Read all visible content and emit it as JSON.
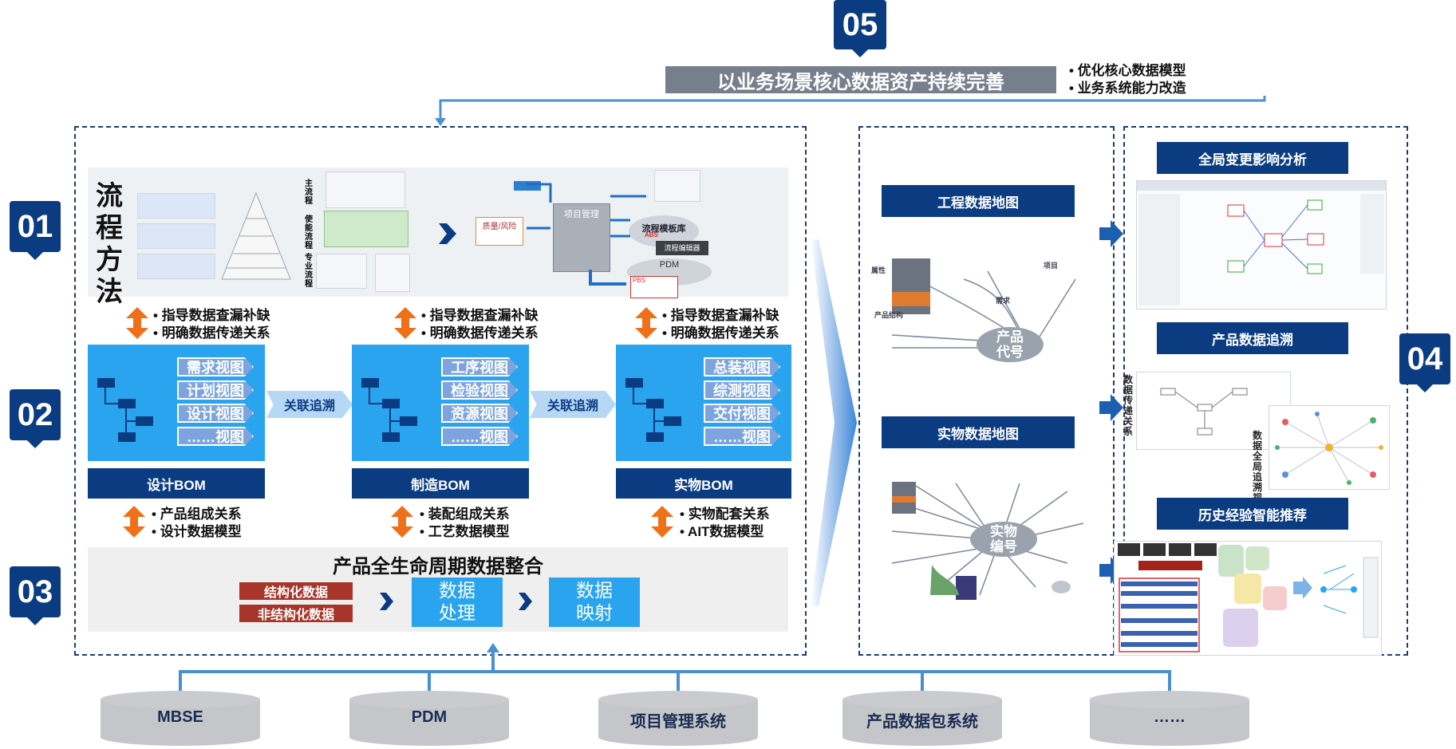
{
  "top": {
    "badge": "05",
    "banner": "以业务场景核心数据资产持续完善",
    "bullets": [
      "优化核心数据模型",
      "业务系统能力改造"
    ]
  },
  "badges": {
    "b01": "01",
    "b02": "02",
    "b03": "03",
    "b04": "04"
  },
  "process": {
    "title_chars": [
      "流",
      "程",
      "方",
      "法"
    ],
    "flow_labels": [
      "主流程",
      "使能流程",
      "专业流程"
    ],
    "mid_boxes": [
      "项目管理",
      "质量/风险",
      "流程模板库",
      "流程编辑器",
      "PDM",
      "PBS",
      "ABS"
    ]
  },
  "guide_notes": [
    [
      "指导数据查漏补缺",
      "明确数据传递关系"
    ],
    [
      "指导数据查漏补缺",
      "明确数据传递关系"
    ],
    [
      "指导数据查漏补缺",
      "明确数据传递关系"
    ]
  ],
  "bom_panels": [
    {
      "views": [
        "需求视图",
        "计划视图",
        "设计视图",
        "……视图"
      ],
      "label": "设计BOM",
      "notes": [
        "产品组成关系",
        "设计数据模型"
      ]
    },
    {
      "views": [
        "工序视图",
        "检验视图",
        "资源视图",
        "……视图"
      ],
      "label": "制造BOM",
      "notes": [
        "装配组成关系",
        "工艺数据模型"
      ]
    },
    {
      "views": [
        "总装视图",
        "综测视图",
        "交付视图",
        "……视图"
      ],
      "label": "实物BOM",
      "notes": [
        "实物配套关系",
        "AIT数据模型"
      ]
    }
  ],
  "link_labels": [
    "关联追溯",
    "关联追溯"
  ],
  "integration": {
    "title": "产品全生命周期数据整合",
    "data_types": [
      "结构化数据",
      "非结构化数据"
    ],
    "steps": [
      [
        "数据",
        "处理"
      ],
      [
        "数据",
        "映射"
      ]
    ]
  },
  "maps": {
    "engineering": {
      "title": "工程数据地图",
      "center": [
        "产品",
        "代号"
      ],
      "labels": [
        "属性",
        "产品结构",
        "需求",
        "项目"
      ]
    },
    "physical": {
      "title": "实物数据地图",
      "center": [
        "实物",
        "编号"
      ]
    }
  },
  "right": {
    "panels": [
      "全局变更影响分析",
      "产品数据追溯",
      "历史经验智能推荐"
    ],
    "vertical_labels": [
      "数据传递关系",
      "数据全局追溯视图"
    ]
  },
  "sources": [
    "MBSE",
    "PDM",
    "项目管理系统",
    "产品数据包系统",
    "……"
  ],
  "colors": {
    "navy": "#0b3c82",
    "sky": "#2aa4ee",
    "orange": "#f0701a",
    "darkred": "#a8352a",
    "dash": "#1f3c70"
  }
}
